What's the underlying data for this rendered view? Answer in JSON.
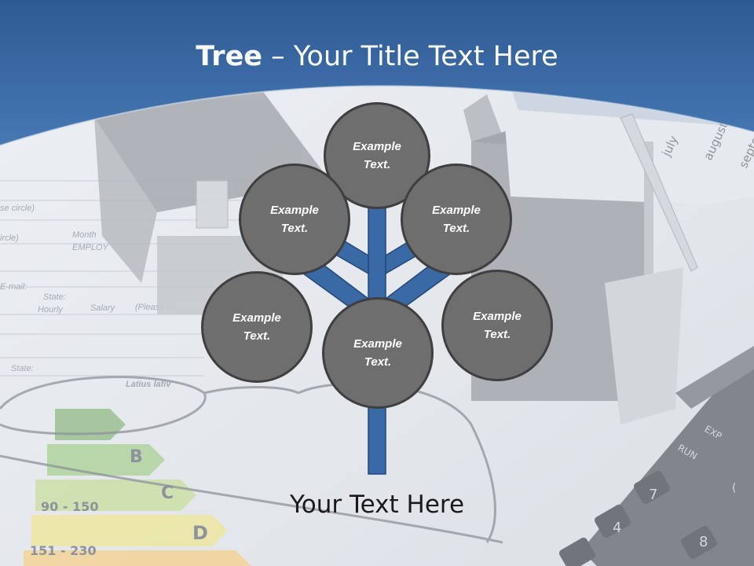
{
  "slide": {
    "title_bold": "Tree",
    "title_rest": " – Your Title Text Here",
    "footer": "Your Text Here"
  },
  "nodes": {
    "top": "Example Text.",
    "upper_left": "Example Text.",
    "upper_right": "Example Text.",
    "mid_left": "Example Text.",
    "mid_right": "Example Text.",
    "center": "Example Text."
  },
  "background": {
    "form_labels": [
      "se circle)",
      "ircle)",
      "Month",
      "EMPLOY",
      "E-mail:",
      "State:",
      "Hourly",
      "Salary",
      "(Please c",
      "State:",
      "Latius lafiv"
    ],
    "calendar_labels": [
      "july",
      "august",
      "septem"
    ],
    "energy_labels": [
      "B",
      "C",
      "90 - 150",
      "D",
      "151 - 230"
    ],
    "calculator_keys": [
      "EXP",
      "RUN",
      "7",
      "4",
      "8",
      "("
    ]
  },
  "colors": {
    "header_blue": "#3b6aa6",
    "trunk_blue": "#3a6aa6",
    "node_gray": "#6e6e6e"
  }
}
